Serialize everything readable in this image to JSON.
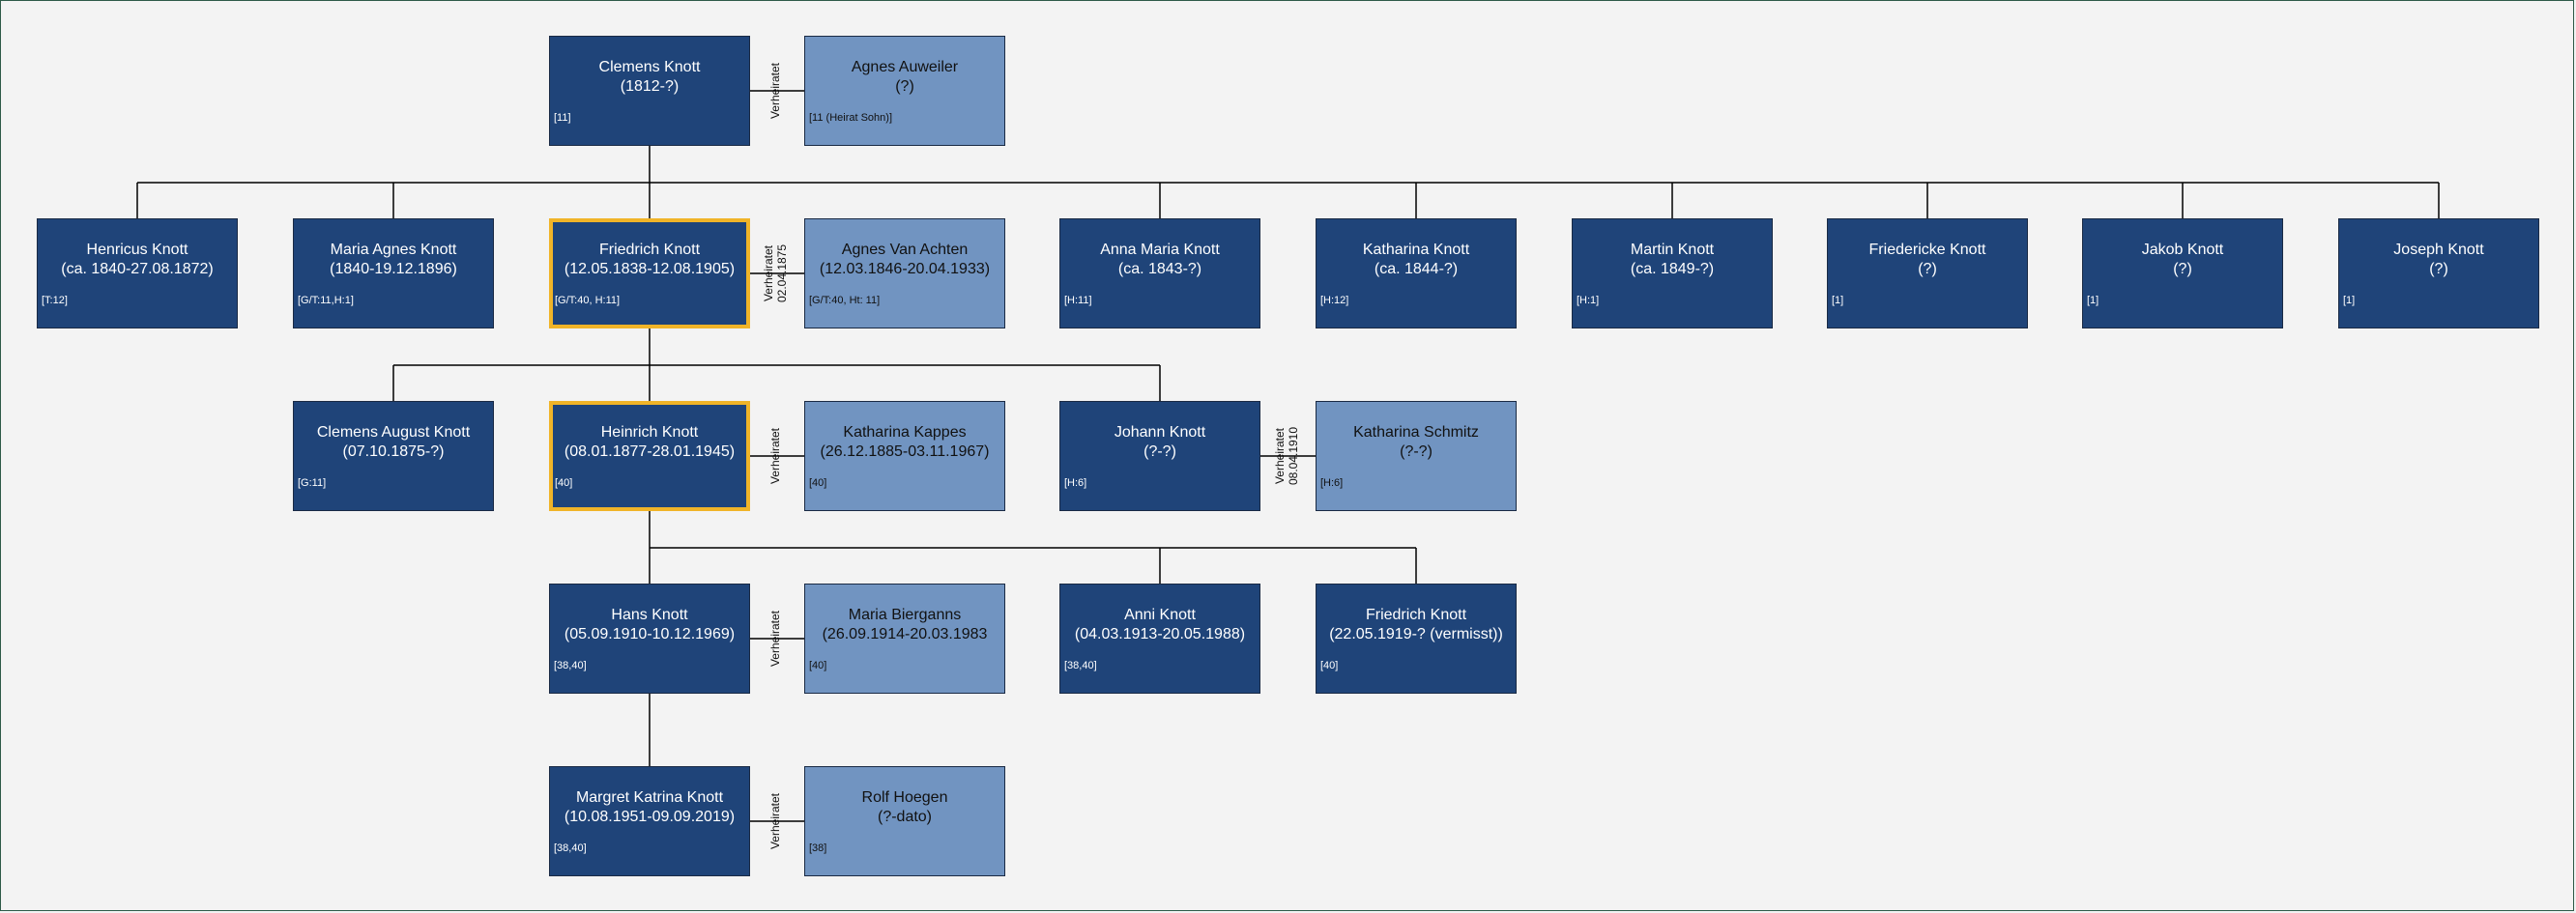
{
  "persons": {
    "clemens": {
      "name": "Clemens Knott",
      "dates": "(1812-?)",
      "src": "[11]"
    },
    "agnes_a": {
      "name": "Agnes Auweiler",
      "dates": "(?)",
      "src": "[11 (Heirat Sohn)]"
    },
    "henricus": {
      "name": "Henricus  Knott",
      "dates": "(ca. 1840-27.08.1872)",
      "src": "[T:12]"
    },
    "maria_agnes": {
      "name": "Maria Agnes Knott",
      "dates": "(1840-19.12.1896)",
      "src": "[G/T:11,H:1]"
    },
    "friedrich": {
      "name": "Friedrich Knott",
      "dates": "(12.05.1838-12.08.1905)",
      "src": "[G/T:40, H:11]"
    },
    "agnes_va": {
      "name": "Agnes Van Achten",
      "dates": "(12.03.1846-20.04.1933)",
      "src": "[G/T:40, Ht: 11]"
    },
    "anna_maria": {
      "name": "Anna Maria Knott",
      "dates": "(ca. 1843-?)",
      "src": "[H:11]"
    },
    "katharina": {
      "name": "Katharina Knott",
      "dates": "(ca. 1844-?)",
      "src": "[H:12]"
    },
    "martin": {
      "name": "Martin Knott",
      "dates": "(ca. 1849-?)",
      "src": "[H:1]"
    },
    "friedericke": {
      "name": "Friedericke Knott",
      "dates": "(?)",
      "src": "[1]"
    },
    "jakob": {
      "name": "Jakob Knott",
      "dates": "(?)",
      "src": "[1]"
    },
    "joseph": {
      "name": "Joseph Knott",
      "dates": "(?)",
      "src": "[1]"
    },
    "clemens_august": {
      "name": "Clemens August Knott",
      "dates": "(07.10.1875-?)",
      "src": "[G:11]"
    },
    "heinrich": {
      "name": "Heinrich Knott",
      "dates": "(08.01.1877-28.01.1945)",
      "src": "[40]"
    },
    "katharina_k": {
      "name": "Katharina Kappes",
      "dates": "(26.12.1885-03.11.1967)",
      "src": "[40]"
    },
    "johann": {
      "name": "Johann Knott",
      "dates": "(?-?)",
      "src": "[H:6]"
    },
    "katharina_s": {
      "name": "Katharina Schmitz",
      "dates": "(?-?)",
      "src": "[H:6]"
    },
    "hans": {
      "name": "Hans Knott",
      "dates": "(05.09.1910-10.12.1969)",
      "src": "[38,40]"
    },
    "maria_b": {
      "name": "Maria Bierganns",
      "dates": "(26.09.1914-20.03.1983",
      "src": "[40]"
    },
    "anni": {
      "name": "Anni Knott",
      "dates": "(04.03.1913-20.05.1988)",
      "src": "[38,40]"
    },
    "friedrich2": {
      "name": "Friedrich Knott",
      "dates": "(22.05.1919-? (vermisst))",
      "src": "[40]"
    },
    "margret": {
      "name": "Margret Katrina Knott",
      "dates": "(10.08.1951-09.09.2019)",
      "src": "[38,40]"
    },
    "rolf": {
      "name": "Rolf Hoegen",
      "dates": "(?-dato)",
      "src": "[38]"
    }
  },
  "marriages": {
    "m1": {
      "line1": "Verheiratet",
      "line2": ""
    },
    "m2": {
      "line1": "Verheiratet",
      "line2": "02.04.1875"
    },
    "m3": {
      "line1": "Verheiratet",
      "line2": ""
    },
    "m4": {
      "line1": "Verheiratet",
      "line2": "08.04.1910"
    },
    "m5": {
      "line1": "Verheiratet",
      "line2": ""
    },
    "m6": {
      "line1": "Verheiratet",
      "line2": ""
    }
  },
  "colors": {
    "person": "#1f4479",
    "spouse": "#7194c1",
    "highlight": "#f0b428"
  }
}
